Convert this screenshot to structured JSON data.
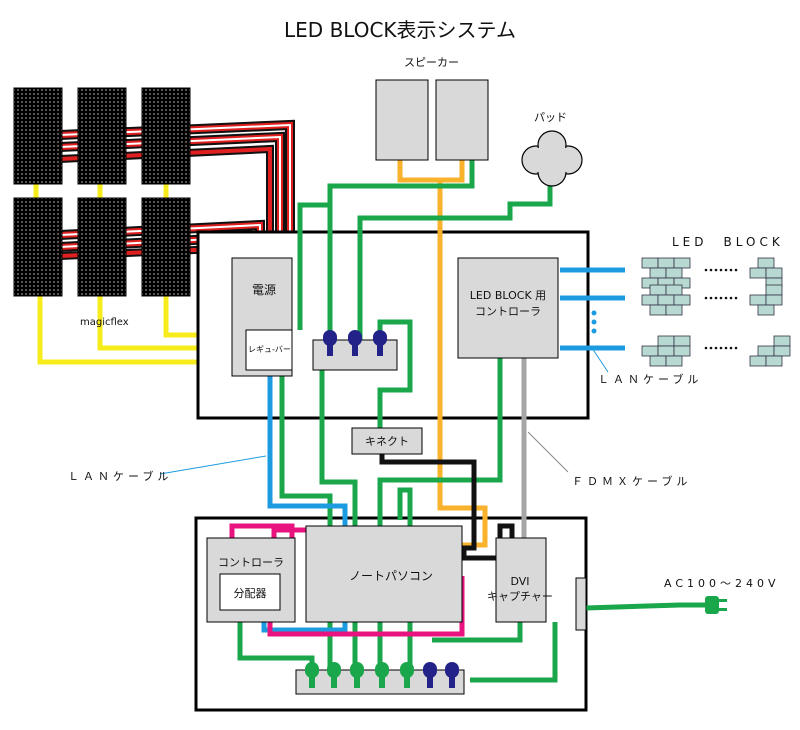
{
  "title": "LED BLOCK表示システム",
  "labels": {
    "speaker": "スピーカー",
    "pad": "パッド",
    "led_block": "LED　BLOCK",
    "magicflex": "magicflex",
    "power_supply": "電源",
    "regulator": "レギュ-バー",
    "led_block_controller_line1": "LED BLOCK 用",
    "led_block_controller_line2": "コントローラ",
    "lan_cable_right": "ＬＡＮケーブル",
    "lan_cable_left": "ＬＡＮケーブル",
    "kinect": "キネクト",
    "fdmx_cable": "ＦＤＭＸケーブル",
    "controller": "コントローラ",
    "distributor": "分配器",
    "notebook_pc": "ノートパソコン",
    "dvi_capture_line1": "DVI",
    "dvi_capture_line2": "キャプチャー",
    "ac_power": "AC100〜240V"
  },
  "colors": {
    "green": "#1aa64a",
    "yellow": "#f7ec1b",
    "orange": "#f9b22b",
    "blue": "#1d9be0",
    "magenta": "#e8137f",
    "gray_cable": "#a6a6a6",
    "black_cable": "#111111",
    "red_cable": "#e02020",
    "box_fill": "#d9d9d9",
    "plug_blue": "#222288",
    "block_fill": "#b8d8d2"
  }
}
